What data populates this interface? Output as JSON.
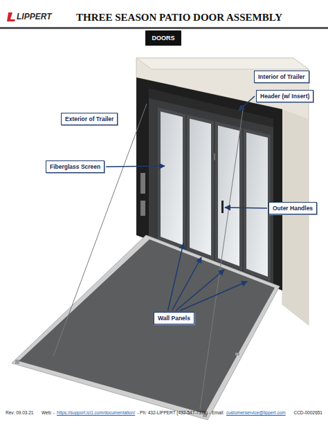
{
  "diagram": {
    "title": "THREE SEASON PATIO DOOR ASSEMBLY",
    "nodes": [
      {
        "text": [
          "DOORS"
        ]
      },
      {
        "text": [
          "Interior of Trailer"
        ]
      },
      {
        "text": [
          "Header (w/ Insert)"
        ]
      },
      {
        "text": [
          "Exterior of Trailer"
        ]
      },
      {
        "text": [
          "Fiberglass Screen"
        ]
      },
      {
        "text": [
          "Outer Handles"
        ]
      },
      {
        "text": [
          "Wall Panels"
        ]
      }
    ],
    "labels": [
      "LIPPERT",
      "Rev: 09.03.21",
      "Web: -",
      "https://support.lci1.com/documentation/",
      "- Ph: 432-LIPPERT (432-547-7378) - Email:",
      "customerservice@lippert.com",
      "CCD-0002651"
    ]
  }
}
